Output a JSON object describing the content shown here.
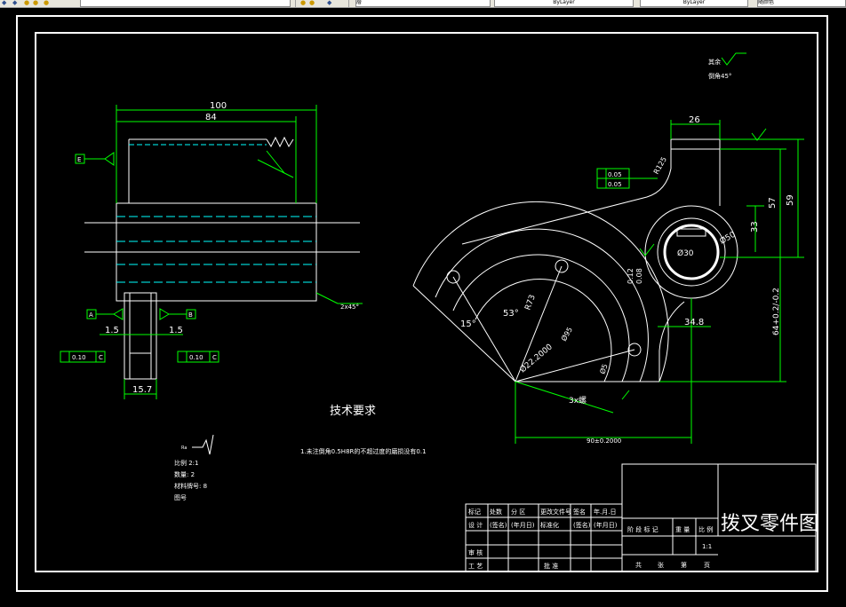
{
  "toolbar": {
    "layer_value": "",
    "field_label_1": "層",
    "linetype_value": "ByLayer",
    "lineweight_value": "ByLayer",
    "plot_style_value": "随颜色"
  },
  "drawing": {
    "dims_left": {
      "d100": "100",
      "d84": "84",
      "d1_5_left": "1.5",
      "d1_5_right": "1.5",
      "d15_7": "15.7",
      "chamfer": "2x45°",
      "tol_left": "0.10",
      "tol_right": "0.10",
      "tol_ref_c": "C",
      "datum_a": "A",
      "datum_b": "B",
      "datum_c": "C",
      "small_e": "E"
    },
    "dims_right": {
      "d26": "26",
      "r125": "R125",
      "d57": "57",
      "d59": "59",
      "d33": "33",
      "phi30": "Ø30",
      "phi50": "Ø50",
      "tol1": "0.05",
      "tol2": "0.05",
      "tol_side_1": "0.12",
      "tol_side_2": "0.08",
      "angle15": "15°",
      "angle53": "53°",
      "r73": "R73",
      "phi2200": "Ø22.2000",
      "phi95": "Ø95",
      "phi5": "Ø5",
      "d34_8": "34.8",
      "d64": "64+0.2/-0.2",
      "thread": "3x螺",
      "d90": "90±0.2000",
      "top_note_1": "其余",
      "top_note_2": "倒角45°"
    },
    "tech_req_title": "技术要求",
    "tech_req_line": "1.未注倒角0.5H8R的不超过度的磨损没有0.1",
    "left_notes": [
      "比例 2:1",
      "数量: 2",
      "材料牌号: 8",
      "图号"
    ],
    "roughness_sym": "Ra"
  },
  "title_block": {
    "part_name": "拨叉零件图",
    "header_row": [
      "标记",
      "处数",
      "分 区",
      "更改文件号",
      "签名",
      "年.月.日"
    ],
    "row2": [
      "设 计",
      "(签名)",
      "(年月日)",
      "标准化",
      "(签名)",
      "(年月日)"
    ],
    "row3": [
      "审 核",
      "",
      "",
      "",
      "",
      ""
    ],
    "row4": [
      "工 艺",
      "",
      "",
      "批 准",
      "",
      ""
    ],
    "stage_labels": [
      "阶 段 标 记",
      "重 量",
      "比 例"
    ],
    "scale_value": "1:1",
    "sheet_labels": [
      "共",
      "张",
      "第",
      "页"
    ]
  }
}
